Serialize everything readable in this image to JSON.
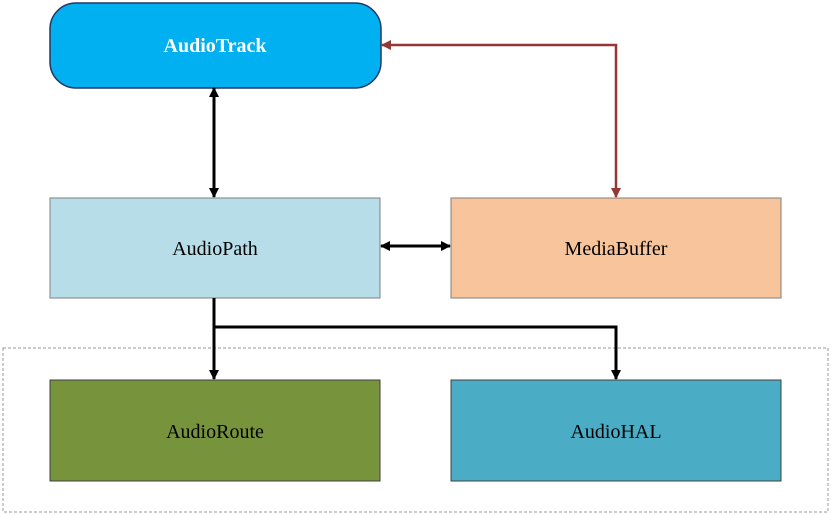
{
  "nodes": {
    "audio_track": {
      "label": "AudioTrack",
      "fill": "#00b0f0",
      "text_color": "#ffffff"
    },
    "audio_path": {
      "label": "AudioPath",
      "fill": "#b7dde8"
    },
    "media_buffer": {
      "label": "MediaBuffer",
      "fill": "#f8c49b"
    },
    "audio_route": {
      "label": "AudioRoute",
      "fill": "#77933c"
    },
    "audio_hal": {
      "label": "AudioHAL",
      "fill": "#4bacc6"
    }
  },
  "edges": {
    "track_buffer_color": "#953735",
    "default_color": "#000000"
  }
}
